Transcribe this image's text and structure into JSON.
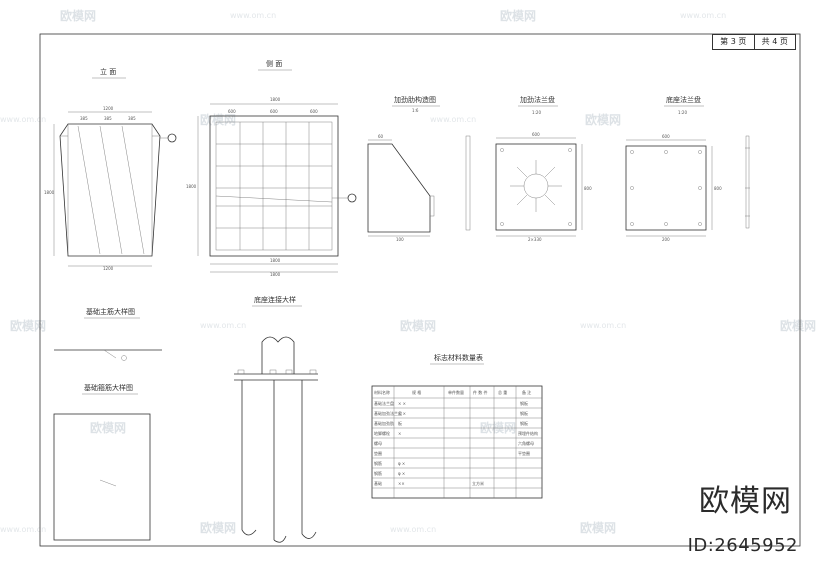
{
  "page": {
    "current": "第 3 页",
    "total": "共 4 页"
  },
  "watermark": {
    "brand": "欧模网",
    "url": "www.om.cn",
    "id": "ID:2645952"
  },
  "views": {
    "front": "立 面",
    "side": "侧 面",
    "stiffener": "加劲肋构造图",
    "stiffener_scale": "1:6",
    "stiffen_flange": "加劲法兰盘",
    "stiffen_flange_scale": "1:20",
    "base_flange": "底座法兰盘",
    "base_flange_scale": "1:20",
    "rebar_main": "基础主筋大样图",
    "rebar_stirrup": "基础箍筋大样图",
    "base_connect": "底座连接大样",
    "table_title": "标志材料数量表"
  },
  "dims": {
    "front_w": "1200",
    "front_h": "1800",
    "side_w": "1800",
    "side_h": "1800",
    "flange_w": "600",
    "flange_h": "800",
    "stiff_a": "60",
    "stiff_b": "100"
  },
  "table": {
    "headers": [
      "材料名称",
      "规 格",
      "单件数量",
      "件 数 件",
      "总 重",
      "备 注"
    ],
    "rows": [
      [
        "基础法兰盘",
        "× ×",
        "",
        "",
        "",
        "钢板"
      ],
      [
        "基础加劲法兰盘",
        "× ×",
        "",
        "",
        "",
        "钢板"
      ],
      [
        "基础加劲肋",
        "板",
        "",
        "",
        "",
        "钢板"
      ],
      [
        "地脚螺栓",
        "×",
        "",
        "",
        "",
        "预埋件结构"
      ],
      [
        "螺母",
        "",
        "",
        "",
        "",
        "六角螺母"
      ],
      [
        "垫圈",
        "",
        "",
        "",
        "",
        "平垫圈"
      ],
      [
        "钢筋",
        "φ ×",
        "",
        "",
        "",
        ""
      ],
      [
        "钢筋",
        "φ ×",
        "",
        "",
        "",
        ""
      ],
      [
        "基础",
        "××",
        "",
        "立方米",
        "",
        ""
      ]
    ]
  }
}
